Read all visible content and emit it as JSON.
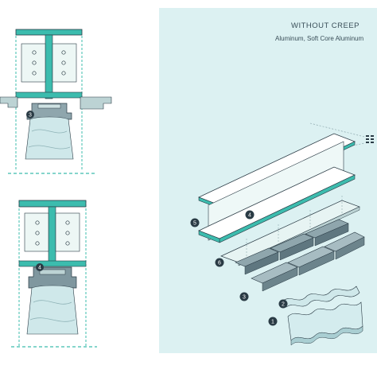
{
  "panel": {
    "title": "WITHOUT CREEP",
    "subtitle": "Aluminum, Soft Core Aluminum"
  },
  "left_views": {
    "top_callout": "3",
    "bottom_callout": "4"
  },
  "exploded_view": {
    "callouts": [
      "1",
      "2",
      "3",
      "4",
      "5",
      "6"
    ]
  },
  "colors": {
    "accent": "#3cbcae",
    "panel_bg": "#dcf1f2",
    "line": "#3a4f59"
  }
}
